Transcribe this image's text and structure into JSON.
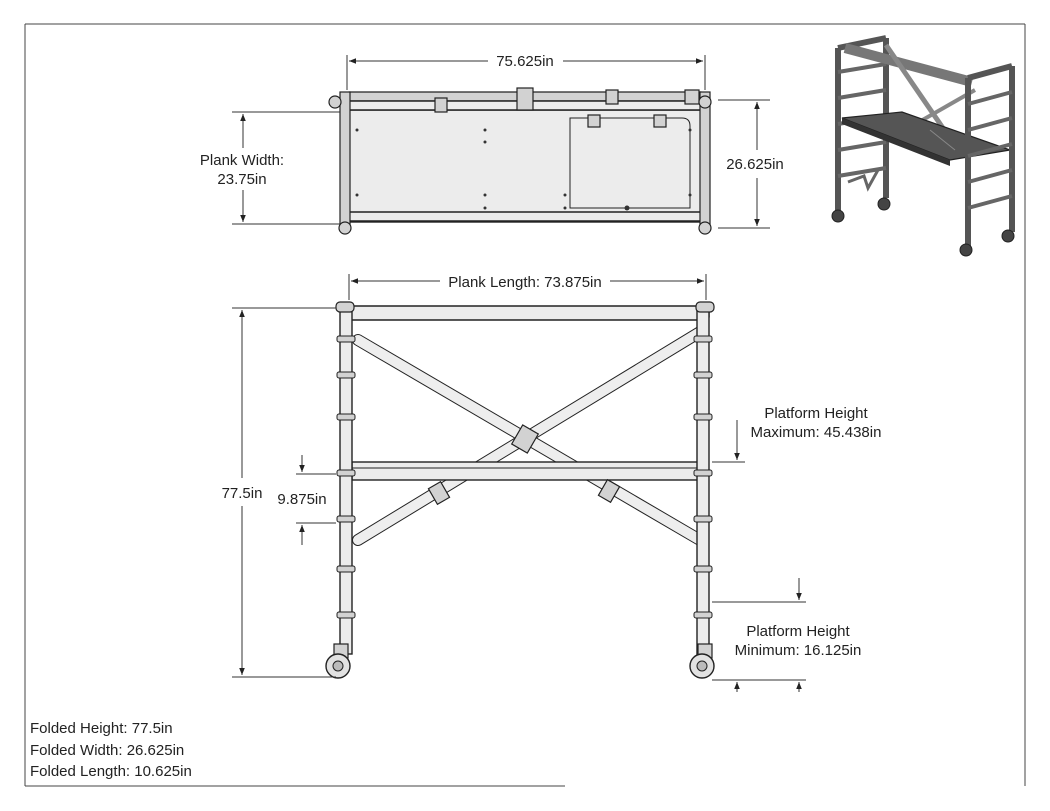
{
  "labels": {
    "top_width": "75.625in",
    "plank_width_line1": "Plank Width:",
    "plank_width_line2": "23.75in",
    "depth": "26.625in",
    "plank_length": "Plank Length: 73.875in",
    "total_height": "77.5in",
    "rung_spacing": "9.875in",
    "platform_max_line1": "Platform Height",
    "platform_max_line2": "Maximum: 45.438in",
    "platform_min_line1": "Platform Height",
    "platform_min_line2": "Minimum: 16.125in"
  },
  "folded": {
    "height": "Folded Height: 77.5in",
    "width": "Folded Width: 26.625in",
    "length": "Folded Length: 10.625in"
  }
}
